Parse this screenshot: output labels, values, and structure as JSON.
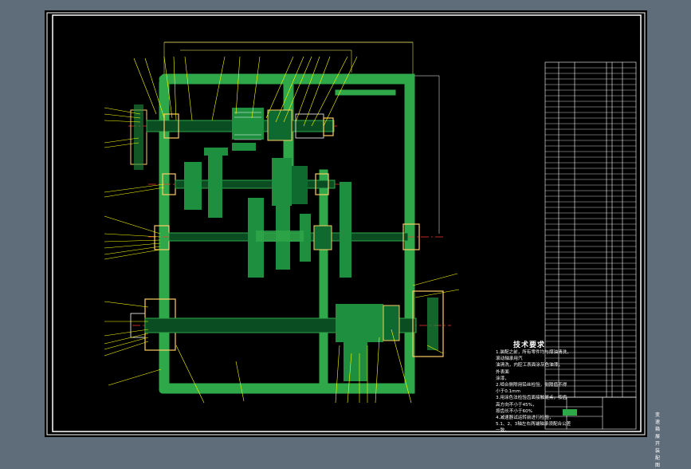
{
  "technical_requirements": {
    "title": "技术要求",
    "lines": [
      "1.装配之前，所有零件均与煤油清洗，",
      "滚动轴承用汽",
      "油清洗，内腔工表面涂灰色油漆，",
      "外表面",
      "涂漆，",
      "2.啮合侧隙用铅丝检验，侧隙值不得",
      "小于0.1mm",
      "3.用涂色法检验齿面接触斑点，按齿",
      "高方向不小于45%，",
      "按齿长不小于60%",
      "4.减速器试运转前进行检验，",
      "5.1、2、3轴左右两端轴承须配合公差",
      "一致。"
    ]
  },
  "title_block": {
    "name": "变速箱展开装配图",
    "line1": "变速箱展",
    "line2": "开装配图"
  },
  "colors": {
    "background": "#000000",
    "frame": "#ffffff",
    "housing": "#2fa84a",
    "leader": "#ffff00",
    "centerline": "#ff3333",
    "bearing": "#ffcc66",
    "gear": "#1e8f3f",
    "text": "#ffffff"
  }
}
